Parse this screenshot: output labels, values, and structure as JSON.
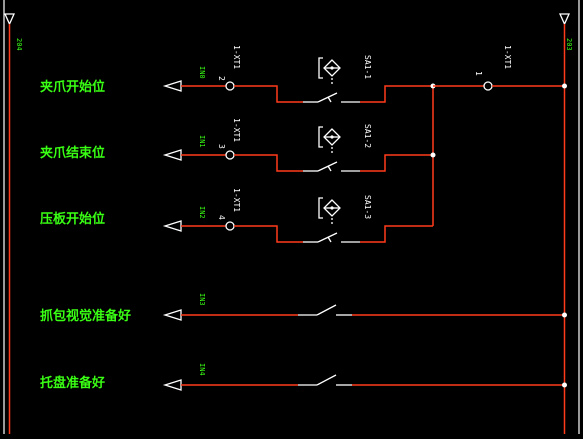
{
  "rails": {
    "left_label": "204",
    "right_label": "203"
  },
  "rows": [
    {
      "label": "夹爪开始位",
      "input": "IN0",
      "terminal": "1-XT1",
      "terminal_num": "2",
      "switch": "SA1-1"
    },
    {
      "label": "夹爪结束位",
      "input": "IN1",
      "terminal": "1-XT1",
      "terminal_num": "3",
      "switch": "SA1-2"
    },
    {
      "label": "压板开始位",
      "input": "IN2",
      "terminal": "1-XT1",
      "terminal_num": "4",
      "switch": "SA1-3"
    },
    {
      "label": "抓包视觉准备好",
      "input": "IN3"
    },
    {
      "label": "托盘准备好",
      "input": "IN4"
    }
  ],
  "common_terminal": {
    "terminal": "1-XT1",
    "terminal_num": "1"
  },
  "colors": {
    "wire": "#ff3b1a",
    "label": "#39ff14",
    "symbol": "#ffffff",
    "background": "#000000"
  }
}
